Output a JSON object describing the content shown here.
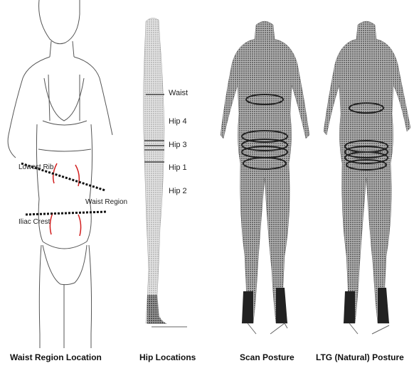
{
  "panels": {
    "waist": {
      "caption": "Waist Region Location",
      "labels": {
        "lowest_rib": "Lowest Rib",
        "waist_region": "Waist Region",
        "iliac_crest": "Iliac Crest"
      }
    },
    "hip": {
      "caption": "Hip Locations",
      "labels": [
        "Waist",
        "Hip 4",
        "Hip 3",
        "Hip 1",
        "Hip 2"
      ]
    },
    "scan": {
      "caption": "Scan Posture"
    },
    "ltg": {
      "caption": "LTG (Natural) Posture"
    }
  },
  "colors": {
    "marker_red": "#d21e1e",
    "line": "#222222",
    "scan_fill": "#5a5a5a"
  }
}
